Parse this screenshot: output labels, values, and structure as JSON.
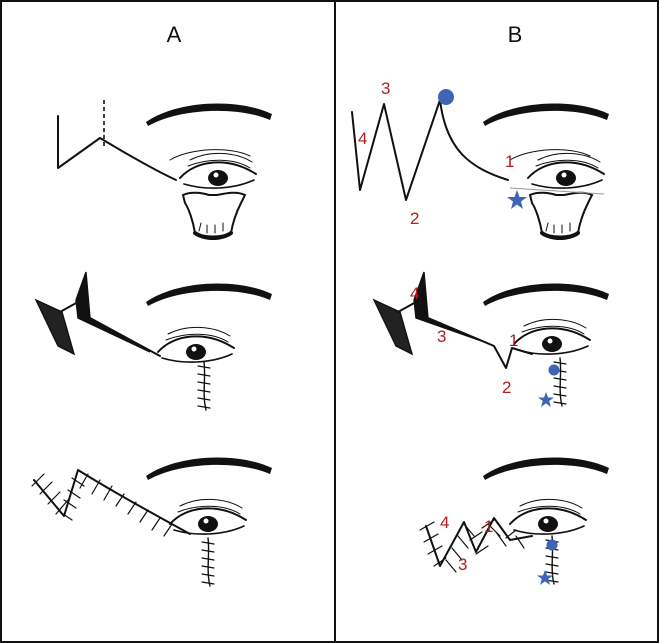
{
  "panels": [
    {
      "label": "A"
    },
    {
      "label": "B"
    }
  ],
  "step_markers": {
    "top": [
      "1",
      "2",
      "3",
      "4"
    ],
    "middle": [
      "1",
      "2",
      "3",
      "4"
    ],
    "bottom": [
      "1",
      "3",
      "4"
    ]
  },
  "colors": {
    "line": "#111111",
    "number": "#b01e1e",
    "marker": "#3f63b5"
  }
}
